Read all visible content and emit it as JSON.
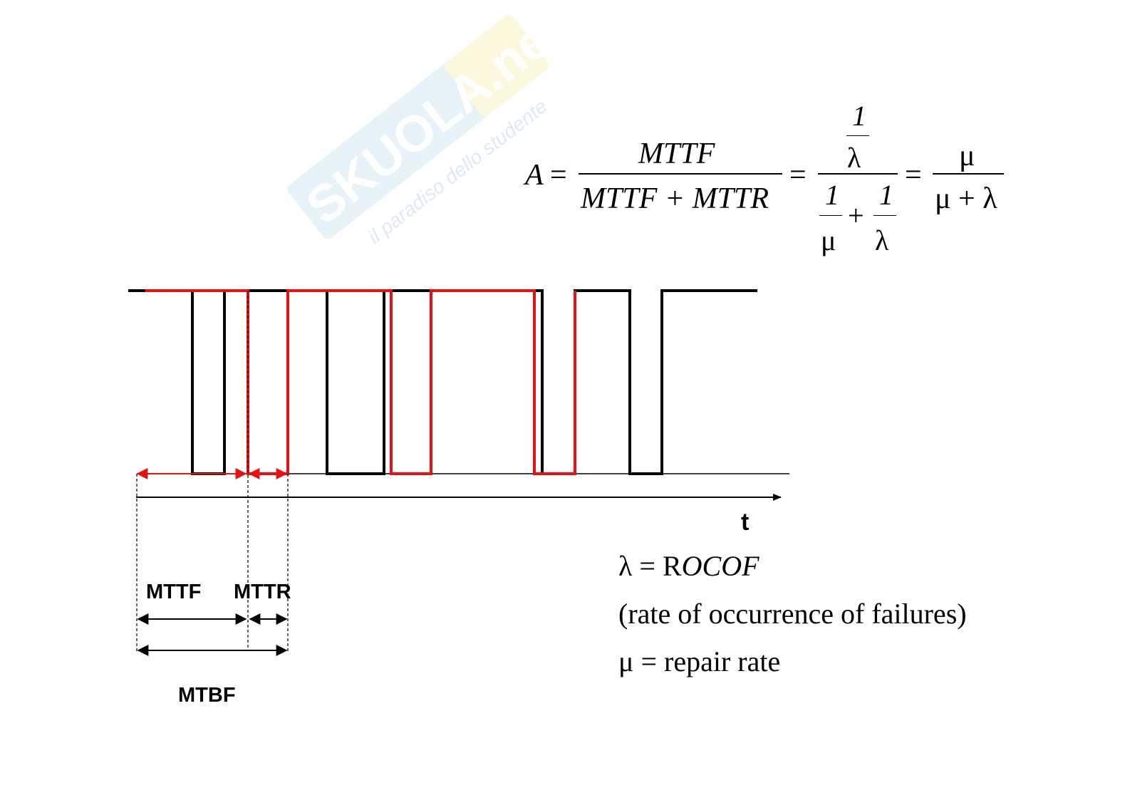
{
  "watermark": {
    "brand": "SKUOLA.net",
    "tagline": "il paradiso dello studente"
  },
  "formula": {
    "lhs": "A",
    "eq": "=",
    "frac1_num": "MTTF",
    "frac1_den": "MTTF + MTTR",
    "one": "1",
    "lambda": "λ",
    "mu": "μ",
    "plus": "+",
    "frac3_num": "μ",
    "frac3_den": "μ + λ"
  },
  "legend": {
    "line1_lhs": "λ = R",
    "line1_rhs": "OCOF",
    "line2": "(rate of  occurrence of  failures)",
    "line3": "μ = repair rate"
  },
  "diagram": {
    "time_axis_label": "t",
    "mttf_label": "MTTF",
    "mttr_label": "MTTR",
    "mtbf_label": "MTBF",
    "colors": {
      "system_a": "#000000",
      "system_b": "#e81010",
      "guide": "#000000"
    }
  }
}
